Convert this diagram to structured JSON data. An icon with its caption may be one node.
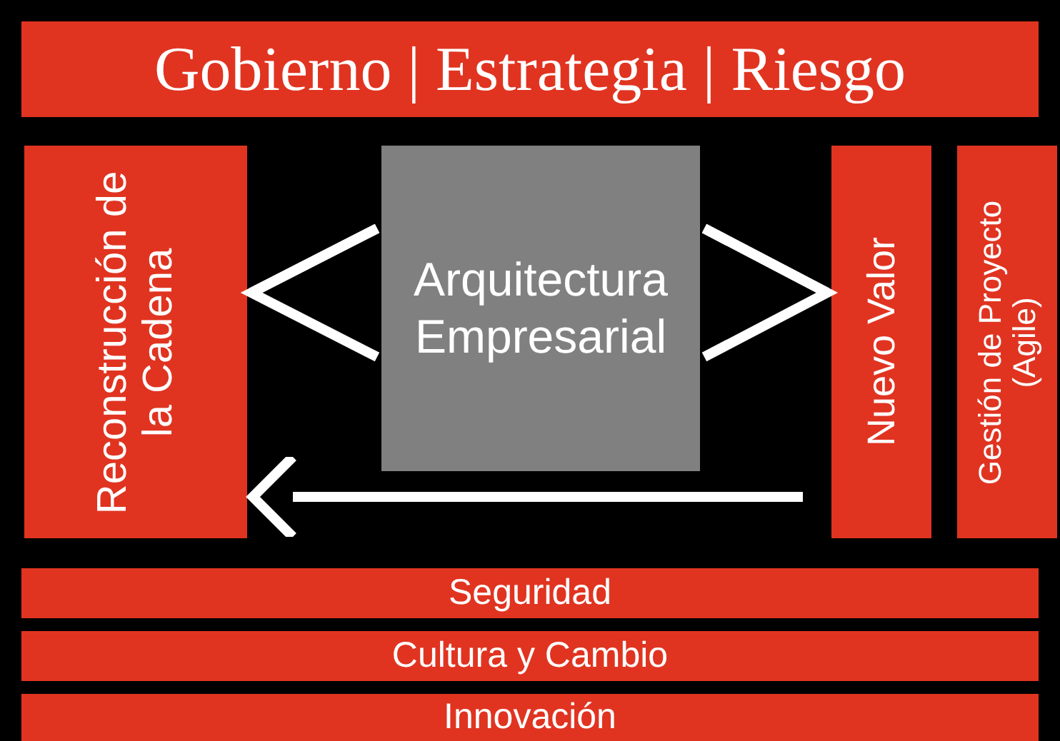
{
  "diagram": {
    "nodes": [
      {
        "text": [
          "Gobierno | Estrategia | Riesgo"
        ]
      },
      {
        "text": [
          "Reconstrucción de la Cadena"
        ]
      },
      {
        "text": [
          "Arquitectura Empresarial"
        ]
      },
      {
        "text": [
          "Nuevo Valor"
        ]
      },
      {
        "text": [
          "Gestión de Proyecto (Agile)"
        ]
      },
      {
        "text": [
          "Seguridad"
        ]
      },
      {
        "text": [
          "Cultura y Cambio"
        ]
      },
      {
        "text": [
          "Innovación"
        ]
      }
    ],
    "edges": [
      {
        "from": 2,
        "to": 1,
        "arrow": "to"
      },
      {
        "from": 2,
        "to": 3,
        "arrow": "to"
      },
      {
        "from": 3,
        "to": 1,
        "arrow": "to"
      }
    ]
  }
}
